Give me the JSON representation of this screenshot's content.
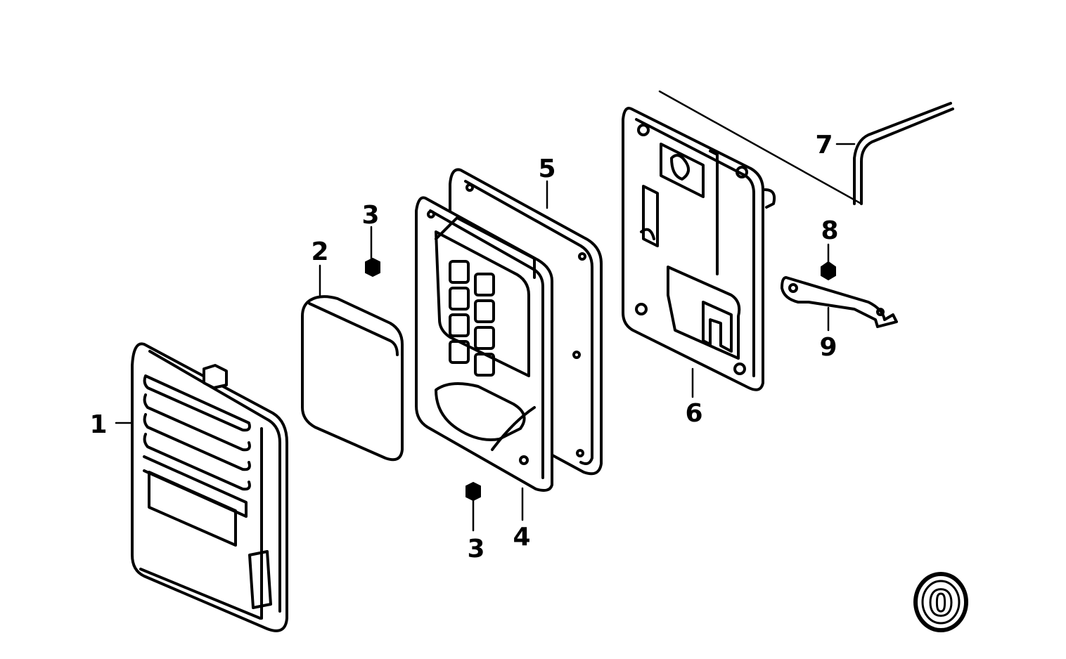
{
  "callouts": [
    {
      "id": "1",
      "text": "1"
    },
    {
      "id": "2",
      "text": "2"
    },
    {
      "id": "3a",
      "text": "3"
    },
    {
      "id": "3b",
      "text": "3"
    },
    {
      "id": "4",
      "text": "4"
    },
    {
      "id": "5",
      "text": "5"
    },
    {
      "id": "6",
      "text": "6"
    },
    {
      "id": "7",
      "text": "7"
    },
    {
      "id": "8",
      "text": "8"
    },
    {
      "id": "9",
      "text": "9"
    }
  ],
  "badge": {
    "text": "0"
  },
  "colors": {
    "line": "#000000",
    "background": "#ffffff"
  }
}
